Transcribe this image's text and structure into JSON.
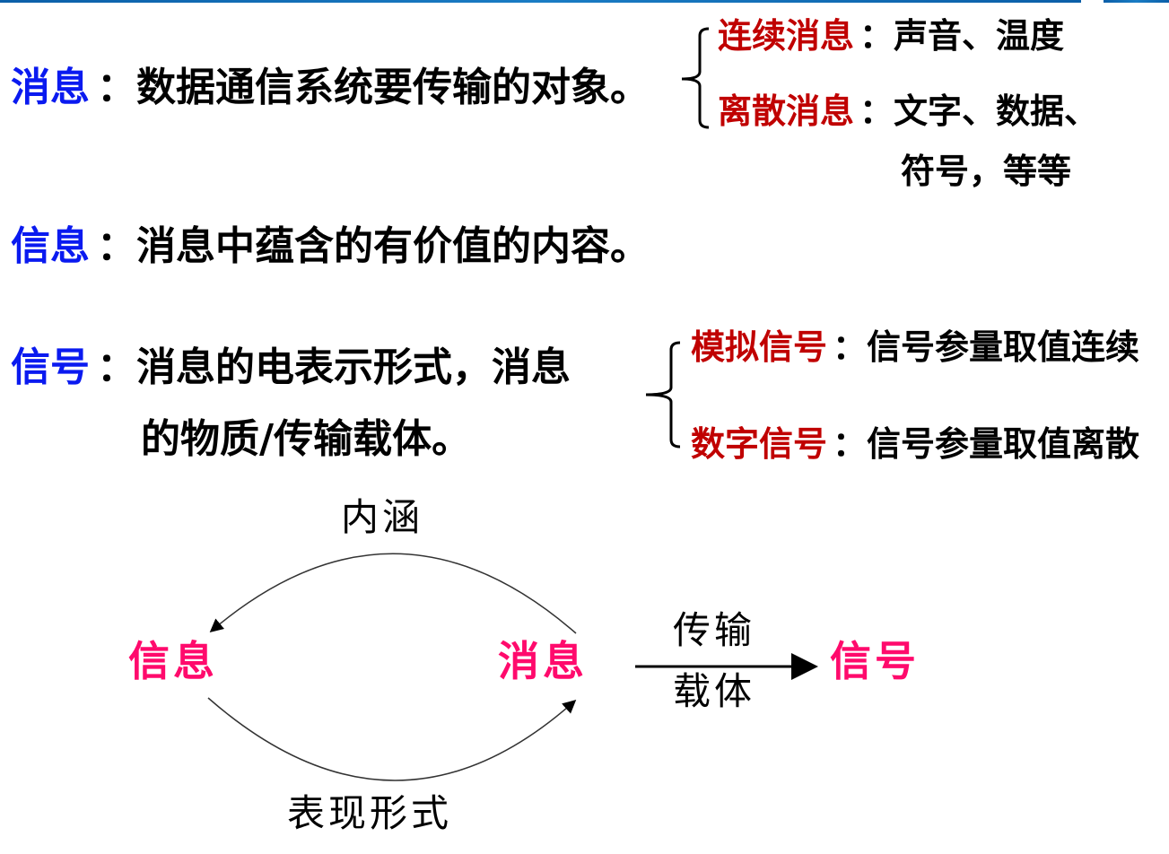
{
  "rows": [
    {
      "term": "消息",
      "definition": "：数据通信系统要传输的对象。"
    },
    {
      "term": "信息",
      "definition": "：消息中蕴含的有价值的内容。"
    },
    {
      "term": "信号",
      "definition_line1": "：消息的电表示形式，消息",
      "definition_line2": "的物质/传输载体。"
    }
  ],
  "message_types": [
    {
      "name": "连续消息",
      "examples": "：声音、温度"
    },
    {
      "name": "离散消息",
      "examples": "：文字、数据、",
      "examples_cont": "符号，等等"
    }
  ],
  "signal_types": [
    {
      "name": "模拟信号",
      "desc": "：信号参量取值连续"
    },
    {
      "name": "数字信号",
      "desc": "：信号参量取值离散"
    }
  ],
  "diagram": {
    "node_info": "信息",
    "node_message": "消息",
    "node_signal": "信号",
    "top_label": "内涵",
    "bottom_label": "表现形式",
    "arrow_label_top": "传输",
    "arrow_label_bottom": "载体"
  },
  "colors": {
    "term": "#0a1af0",
    "subtype": "#c00000",
    "diagram_node": "#ff0a6c"
  }
}
